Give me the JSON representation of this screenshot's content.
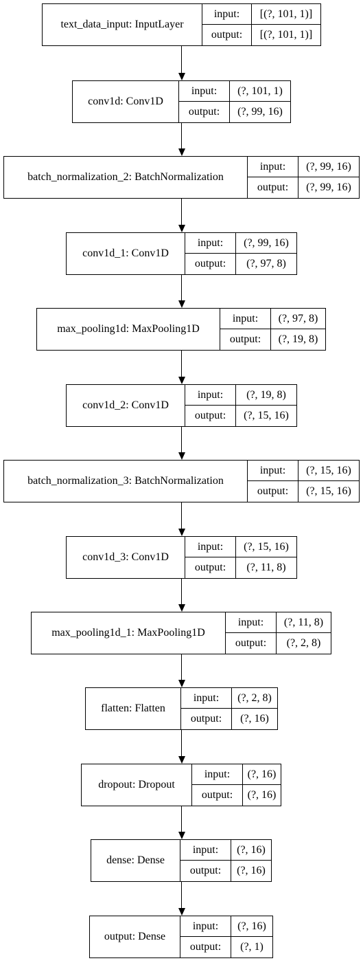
{
  "labels": {
    "input": "input:",
    "output": "output:"
  },
  "layers": [
    {
      "name": "text_data_input: InputLayer",
      "input": "[(?, 101, 1)]",
      "output": "[(?, 101, 1)]"
    },
    {
      "name": "conv1d: Conv1D",
      "input": "(?, 101, 1)",
      "output": "(?, 99, 16)"
    },
    {
      "name": "batch_normalization_2: BatchNormalization",
      "input": "(?, 99, 16)",
      "output": "(?, 99, 16)"
    },
    {
      "name": "conv1d_1: Conv1D",
      "input": "(?, 99, 16)",
      "output": "(?, 97, 8)"
    },
    {
      "name": "max_pooling1d: MaxPooling1D",
      "input": "(?, 97, 8)",
      "output": "(?, 19, 8)"
    },
    {
      "name": "conv1d_2: Conv1D",
      "input": "(?, 19, 8)",
      "output": "(?, 15, 16)"
    },
    {
      "name": "batch_normalization_3: BatchNormalization",
      "input": "(?, 15, 16)",
      "output": "(?, 15, 16)"
    },
    {
      "name": "conv1d_3: Conv1D",
      "input": "(?, 15, 16)",
      "output": "(?, 11, 8)"
    },
    {
      "name": "max_pooling1d_1: MaxPooling1D",
      "input": "(?, 11, 8)",
      "output": "(?, 2, 8)"
    },
    {
      "name": "flatten: Flatten",
      "input": "(?, 2, 8)",
      "output": "(?, 16)"
    },
    {
      "name": "dropout: Dropout",
      "input": "(?, 16)",
      "output": "(?, 16)"
    },
    {
      "name": "dense: Dense",
      "input": "(?, 16)",
      "output": "(?, 16)"
    },
    {
      "name": "output: Dense",
      "input": "(?, 16)",
      "output": "(?, 1)"
    }
  ]
}
